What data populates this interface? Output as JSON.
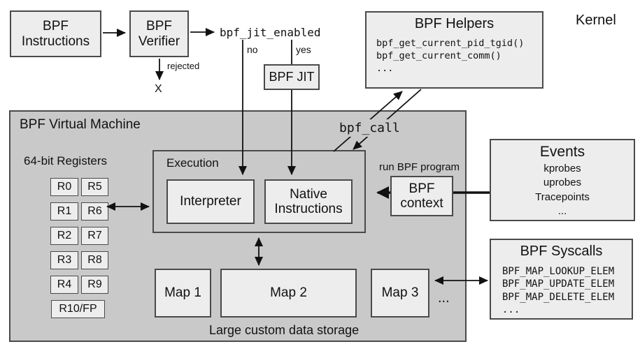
{
  "diagram": {
    "kernel_label": "Kernel",
    "instructions": "BPF Instructions",
    "verifier": "BPF Verifier",
    "jit_enabled": "bpf_jit_enabled",
    "branch_no": "no",
    "branch_yes": "yes",
    "rejected": "rejected",
    "rejected_mark": "X",
    "jit": "BPF JIT",
    "bpf_call": "bpf_call",
    "run_program": "run BPF program",
    "context": "BPF context",
    "vm": {
      "title": "BPF Virtual Machine",
      "registers_title": "64-bit Registers",
      "register_rows": [
        [
          "R0",
          "R5"
        ],
        [
          "R1",
          "R6"
        ],
        [
          "R2",
          "R7"
        ],
        [
          "R3",
          "R8"
        ],
        [
          "R4",
          "R9"
        ]
      ],
      "register_fp": "R10/FP",
      "execution_title": "Execution",
      "interpreter": "Interpreter",
      "native": "Native Instructions",
      "maps": [
        "Map 1",
        "Map 2",
        "Map 3"
      ],
      "maps_ellipsis": "...",
      "storage_caption": "Large custom data storage"
    },
    "helpers": {
      "title": "BPF Helpers",
      "items": [
        "bpf_get_current_pid_tgid()",
        "bpf_get_current_comm()",
        "..."
      ]
    },
    "events": {
      "title": "Events",
      "items": [
        "kprobes",
        "uprobes",
        "Tracepoints",
        "..."
      ]
    },
    "syscalls": {
      "title": "BPF Syscalls",
      "items": [
        "BPF_MAP_LOOKUP_ELEM",
        "BPF_MAP_UPDATE_ELEM",
        "BPF_MAP_DELETE_ELEM",
        "..."
      ]
    }
  },
  "colors": {
    "vm_fill": "#c9c9c9",
    "box_fill": "#ededed",
    "border": "#4a4a4a",
    "text": "#111111",
    "background": "#ffffff"
  }
}
